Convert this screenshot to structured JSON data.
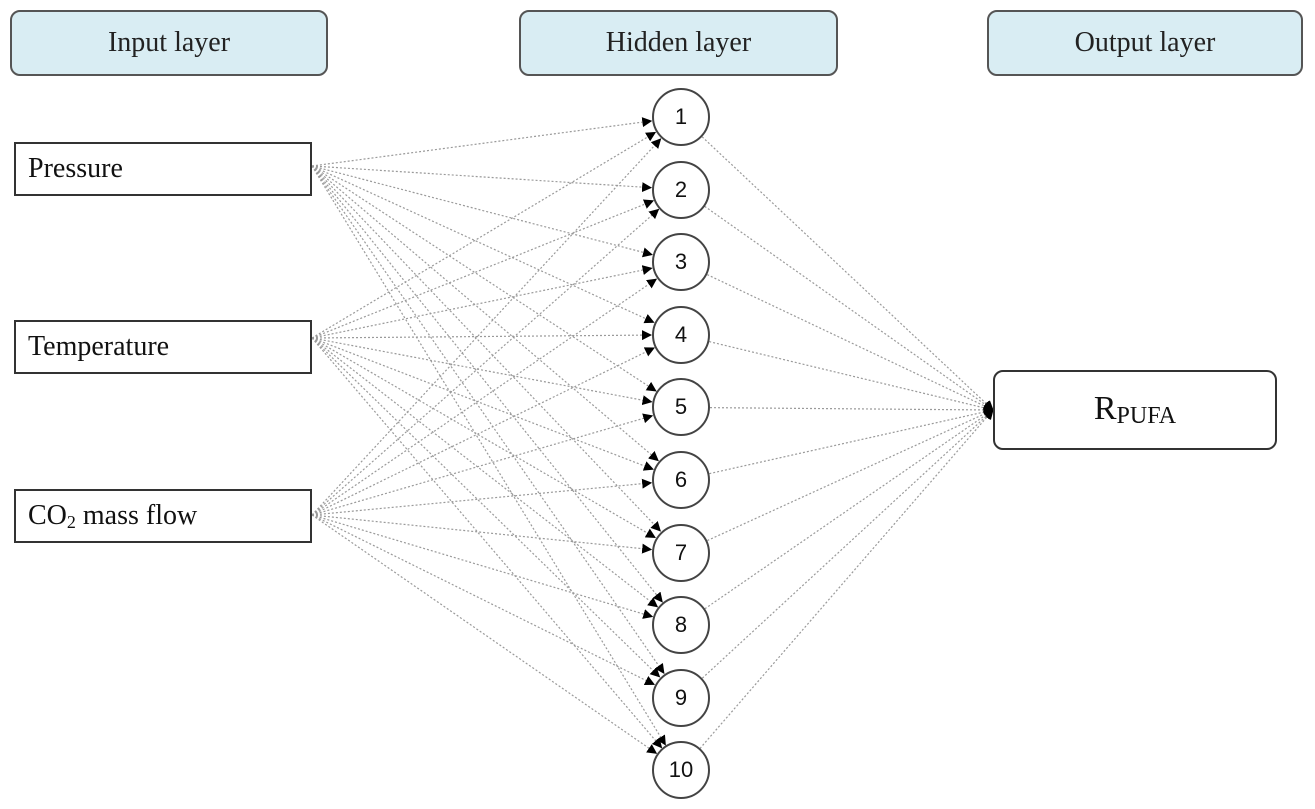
{
  "headers": {
    "input": "Input layer",
    "hidden": "Hidden layer",
    "output": "Output layer"
  },
  "inputs": [
    {
      "label": "Pressure"
    },
    {
      "label": "Temperature"
    },
    {
      "label_main": "CO",
      "label_sub": "2",
      "label_rest": " mass flow"
    }
  ],
  "hidden_neurons": [
    "1",
    "2",
    "3",
    "4",
    "5",
    "6",
    "7",
    "8",
    "9",
    "10"
  ],
  "output": {
    "main": "R",
    "sub": "PUFA"
  },
  "colors": {
    "header_fill": "#d9edf3",
    "connection_line": "#9a9a9a",
    "arrowhead": "#000000"
  }
}
